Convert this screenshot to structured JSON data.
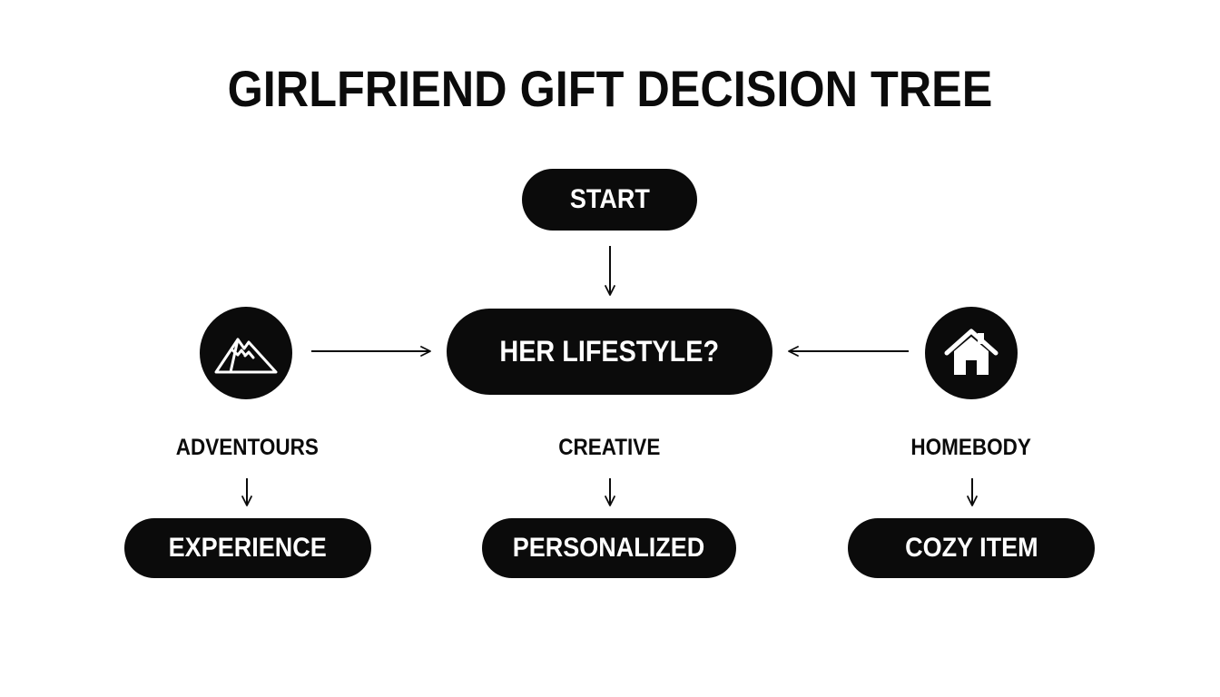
{
  "title": "GIRLFRIEND GIFT DECISION TREE",
  "nodes": {
    "start": "START",
    "question": "HER LIFESTYLE?"
  },
  "branches": [
    {
      "label": "ADVENTOURS",
      "result": "EXPERIENCE",
      "icon": "mountain-icon"
    },
    {
      "label": "CREATIVE",
      "result": "PERSONALIZED",
      "icon": ""
    },
    {
      "label": "HOMEBODY",
      "result": "COZY ITEM",
      "icon": "house-icon"
    }
  ],
  "colors": {
    "node_fill": "#0b0b0b",
    "node_text": "#ffffff",
    "background": "#ffffff"
  }
}
